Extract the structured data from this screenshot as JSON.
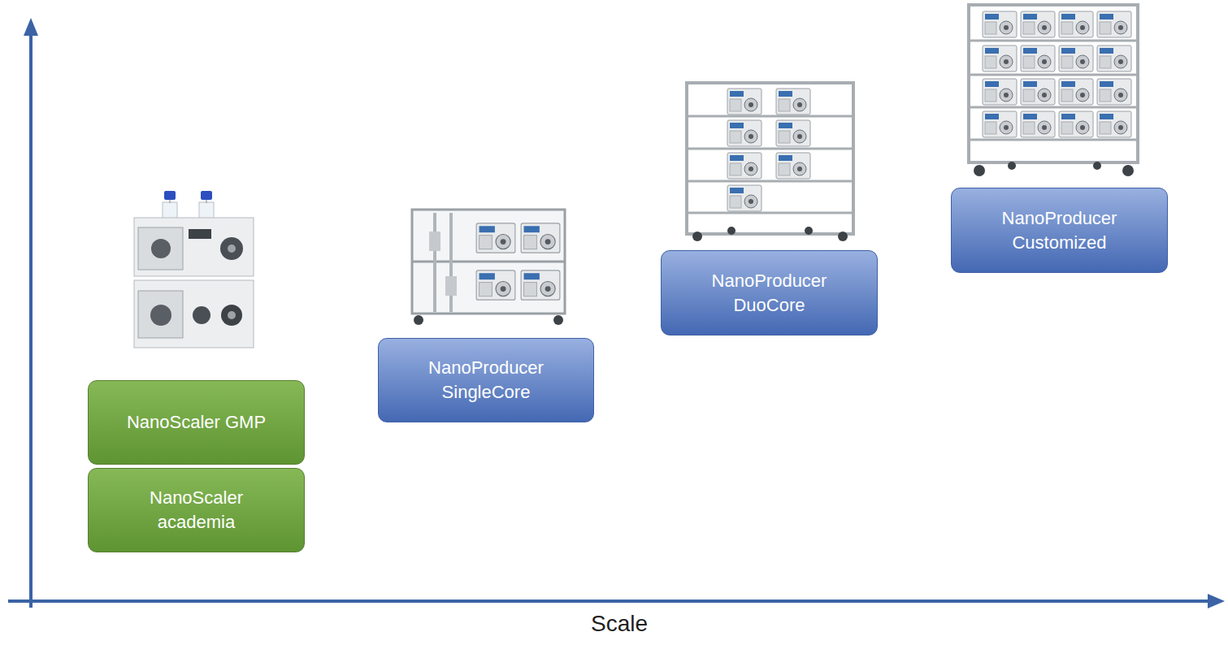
{
  "diagram": {
    "nodes": [
      {
        "text": [
          "NanoScaler GMP"
        ]
      },
      {
        "text": [
          "NanoScaler academia"
        ]
      },
      {
        "text": [
          "NanoProducer SingleCore"
        ]
      },
      {
        "text": [
          "NanoProducer DuoCore"
        ]
      },
      {
        "text": [
          "NanoProducer Customized"
        ]
      }
    ],
    "labels": [
      "Scale"
    ]
  }
}
